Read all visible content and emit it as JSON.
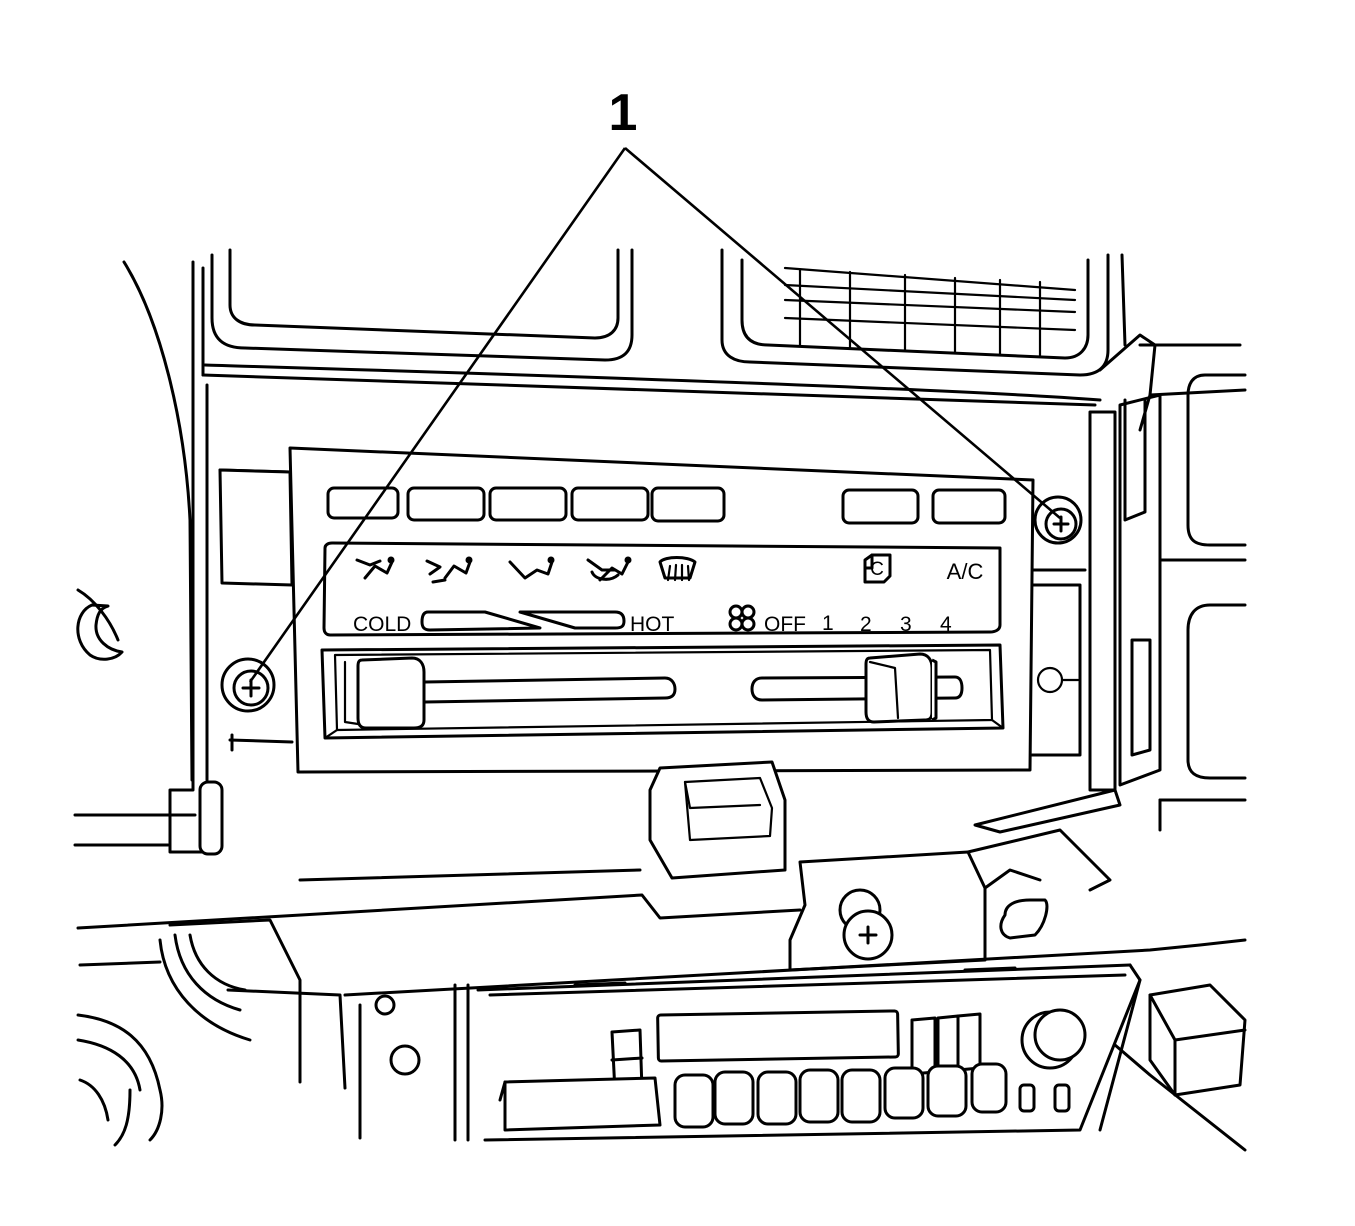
{
  "callout": {
    "number": "1"
  },
  "control_panel": {
    "temp_cold_label": "COLD",
    "temp_hot_label": "HOT",
    "fan_off_label": "OFF",
    "fan_speeds": [
      "1",
      "2",
      "3",
      "4"
    ],
    "recirc_label": "C",
    "ac_label": "A/C"
  },
  "icons": [
    "vent-mode-icon",
    "bi-level-mode-icon",
    "floor-mode-icon",
    "floor-defrost-mode-icon",
    "defrost-mode-icon",
    "fan-icon",
    "recirculation-icon",
    "screw-icon"
  ]
}
